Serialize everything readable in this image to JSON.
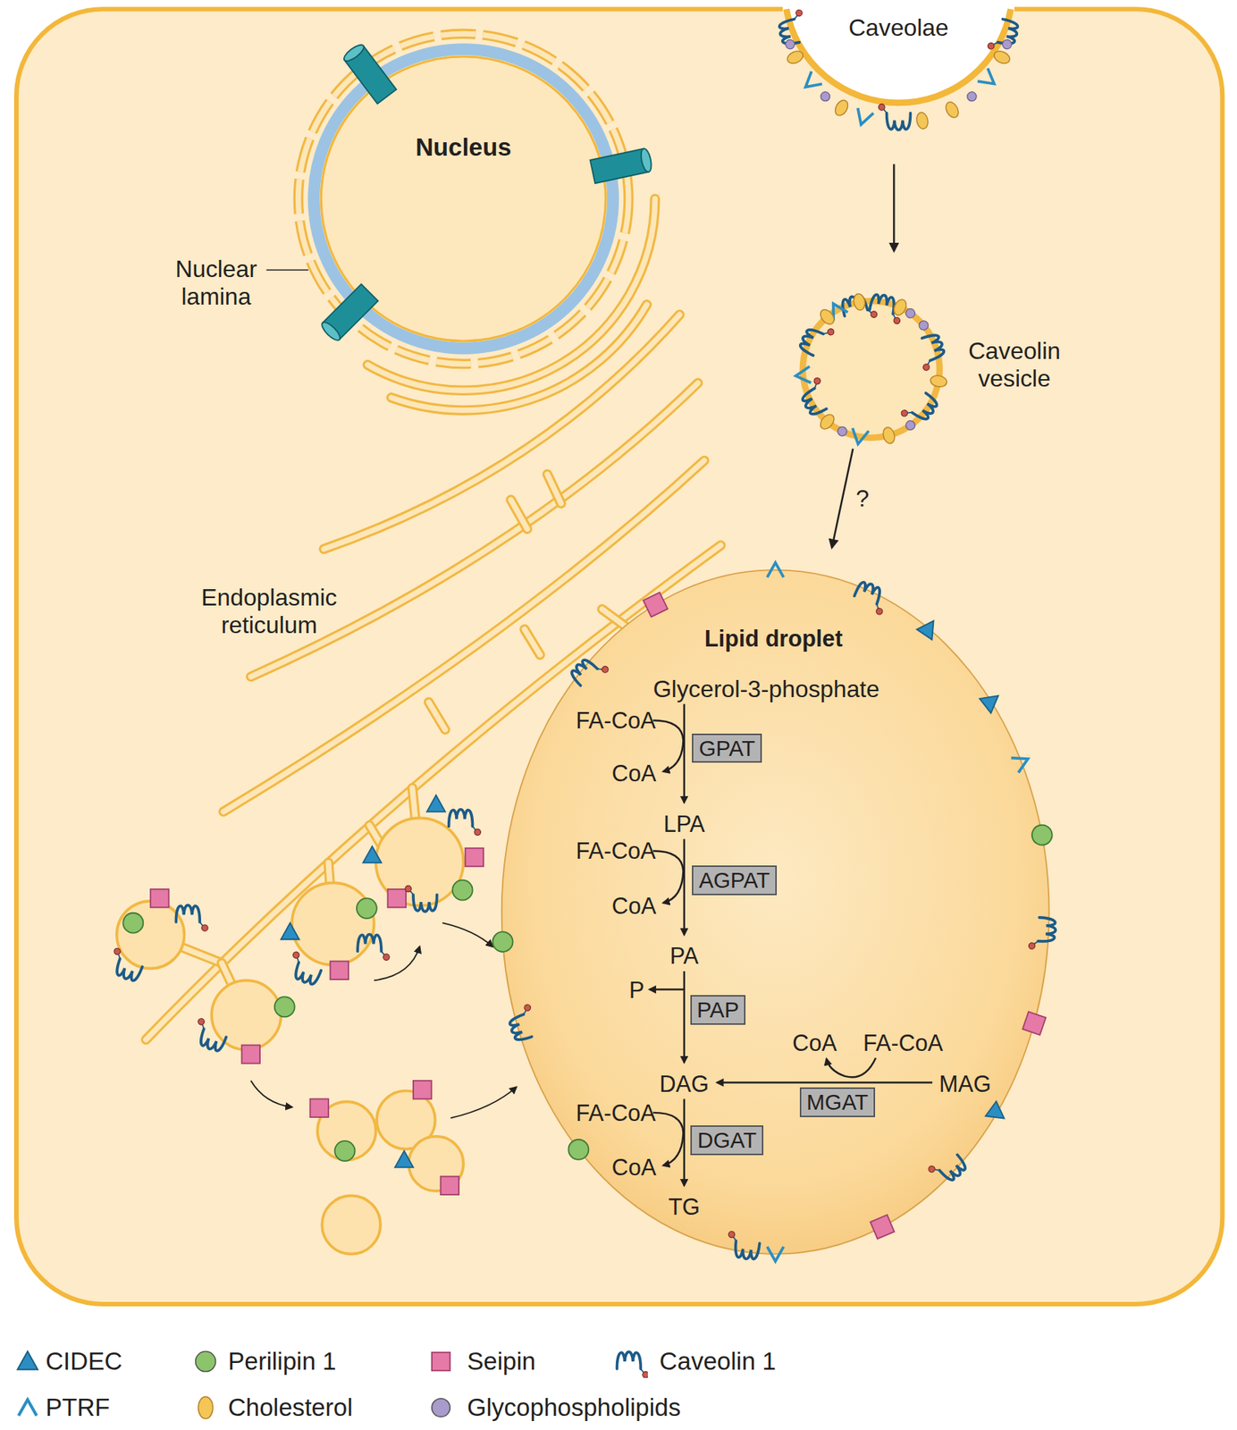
{
  "diagram": {
    "nodes": [
      {
        "text": [
          "Nucleus"
        ]
      },
      {
        "text": [
          "Caveolae"
        ]
      },
      {
        "text": [
          "Caveolin vesicle"
        ]
      },
      {
        "text": [
          "Lipid droplet"
        ]
      },
      {
        "text": [
          "GPAT"
        ],
        "in": 3
      },
      {
        "text": [
          "AGPAT"
        ],
        "in": 3
      },
      {
        "text": [
          "PAP"
        ],
        "in": 3
      },
      {
        "text": [
          "MGAT"
        ],
        "in": 3
      },
      {
        "text": [
          "DGAT"
        ],
        "in": 3
      }
    ],
    "edges": [
      {
        "from": 1,
        "to": 2,
        "arrow": "to"
      },
      {
        "from": 2,
        "to": 3,
        "arrow": "to",
        "label": "?"
      }
    ],
    "labels": [
      "Nuclear lamina",
      "Endoplasmic reticulum",
      "Glycerol-3-phosphate",
      "FA-CoA",
      "CoA",
      "LPA",
      "FA-CoA",
      "CoA",
      "PA",
      "P",
      "DAG",
      "CoA",
      "FA-CoA",
      "MAG",
      "FA-CoA",
      "CoA",
      "TG"
    ],
    "legend": [
      {
        "text": "CIDEC"
      },
      {
        "text": "Perilipin 1",
        "color": "#8cc46b"
      },
      {
        "text": "Seipin",
        "color": "#e57aa6"
      },
      {
        "text": "Caveolin 1"
      },
      {
        "text": "PTRF"
      },
      {
        "text": "Cholesterol",
        "color": "#f4c657"
      },
      {
        "text": "Glycophospholipids",
        "color": "#a99bcb"
      }
    ]
  }
}
